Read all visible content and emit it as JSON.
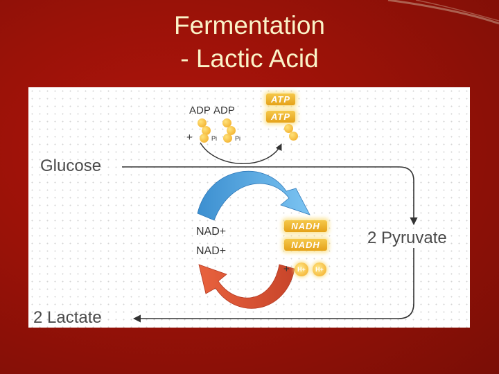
{
  "slide": {
    "title_line1": "Fermentation",
    "title_line2": "- Lactic Acid"
  },
  "diagram": {
    "glucose": "Glucose",
    "pyruvate": "2 Pyruvate",
    "lactate": "2 Lactate",
    "adp_1": "ADP",
    "adp_2": "ADP",
    "plus_top": "+",
    "pi_1": "Pi",
    "pi_2": "Pi",
    "atp_1": "ATP",
    "atp_2": "ATP",
    "nadh_1": "NADH",
    "nadh_2": "NADH",
    "nad_1": "NAD+",
    "nad_2": "NAD+",
    "plus_bottom": "+",
    "h_1": "H+",
    "h_2": "H+"
  },
  "colors": {
    "background": "#9a1208",
    "title": "#fbf3c8",
    "blue_arrow": "#4ea8e0",
    "red_arrow": "#e05a38",
    "energy_molecule": "#f0b030"
  }
}
